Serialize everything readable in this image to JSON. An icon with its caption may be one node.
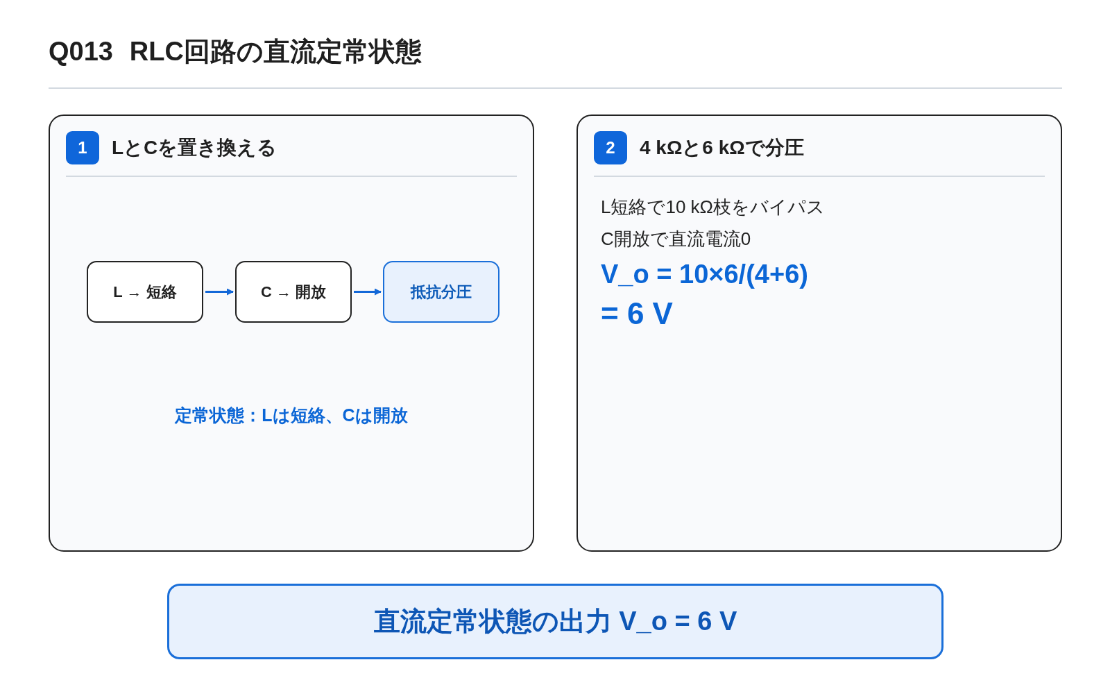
{
  "diagram": {
    "title": "Q013 RLC回路の直流定常状態",
    "nodes": [
      {
        "text": [
          "LとCを置き換える",
          "定常状態：Lは短絡、Cは開放"
        ]
      },
      {
        "text": [
          "1"
        ],
        "in": 0
      },
      {
        "text": [
          "L → 短絡"
        ],
        "in": 0
      },
      {
        "text": [
          "C → 開放"
        ],
        "in": 0
      },
      {
        "text": [
          "抵抗分圧"
        ],
        "in": 0
      },
      {
        "text": [
          "4 kΩと6 kΩで分圧",
          "L短絡で10 kΩ枝をバイパス",
          "C開放で直流電流0",
          "V_o = 10×6/(4+6)",
          "= 6 V"
        ]
      },
      {
        "text": [
          "2"
        ],
        "in": 5
      },
      {
        "text": [
          "直流定常状態の出力 V_o = 6 V"
        ]
      }
    ],
    "edges": [
      {
        "from": 2,
        "to": 3,
        "arrow": "to"
      },
      {
        "from": 3,
        "to": 4,
        "arrow": "to"
      }
    ]
  }
}
